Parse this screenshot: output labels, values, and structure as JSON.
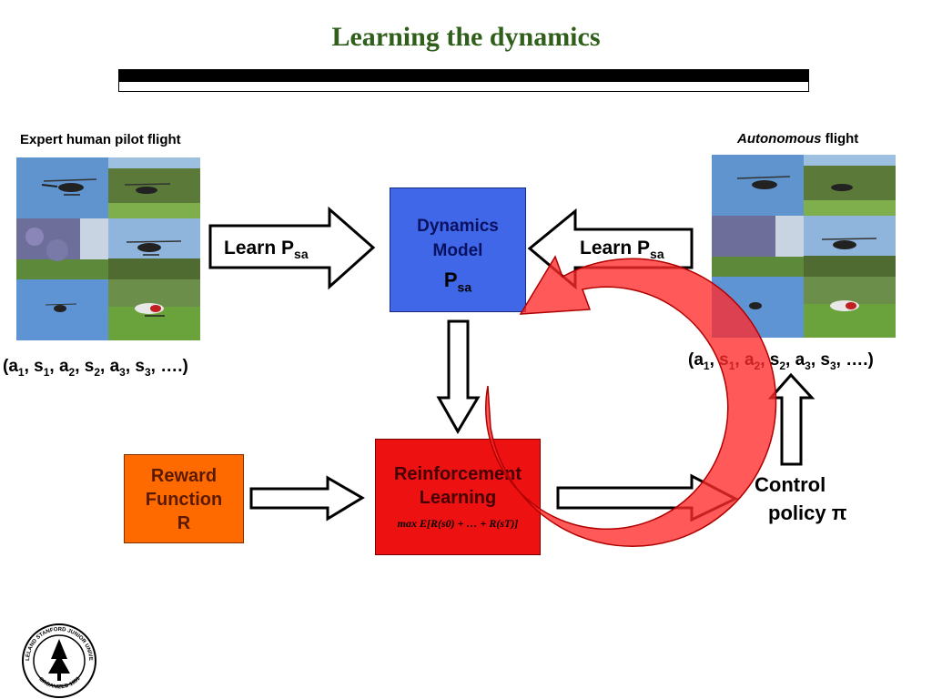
{
  "title": "Learning the dynamics",
  "left_panel": {
    "caption": "Expert human pilot flight",
    "sequence": "(a1, s1, a2, s2, a3, s3, ….)"
  },
  "right_panel": {
    "caption_italic": "Autonomous",
    "caption_rest": " flight",
    "sequence": "(a1, s1, a2, s2, a3, s3, ….)"
  },
  "arrows": {
    "learn_left": "Learn P",
    "learn_left_sub": "sa",
    "learn_right": "Learn P",
    "learn_right_sub": "sa"
  },
  "dynamics_box": {
    "line1": "Dynamics",
    "line2": "Model",
    "symbol": "P",
    "symbol_sub": "sa",
    "color": "#3f67e8"
  },
  "rl_box": {
    "line1": "Reinforcement",
    "line2": "Learning",
    "formula": "max E[R(s0) + … + R(sT)]",
    "color": "#ee1111"
  },
  "reward_box": {
    "line1": "Reward",
    "line2": "Function",
    "line3": "R",
    "color": "#ff6a00"
  },
  "control": {
    "line1": "Control",
    "line2": "policy π"
  },
  "logo": {
    "text": "LELAND STANFORD JUNIOR UNIVERSITY · ORGANIZED 1891"
  }
}
